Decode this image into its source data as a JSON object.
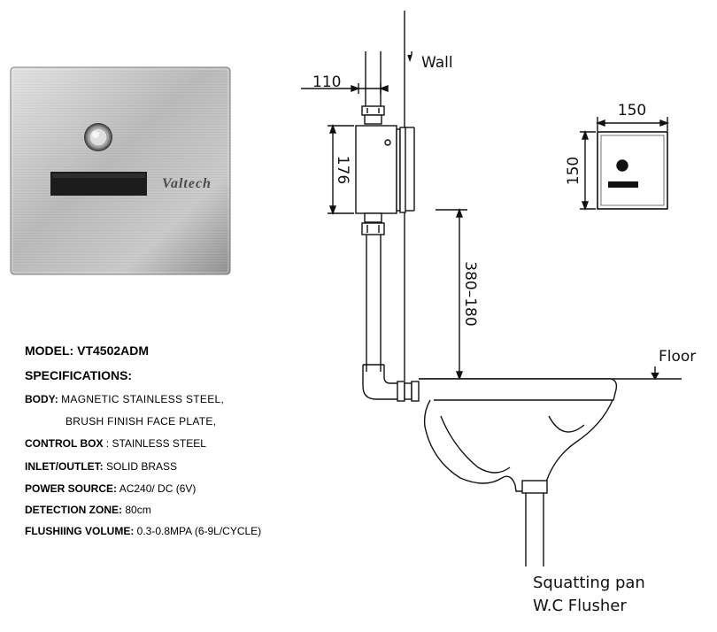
{
  "product": {
    "brand": "Valtech"
  },
  "specs": {
    "model_label": "MODEL:",
    "model_value": "VT4502ADM",
    "heading": "SPECIFICATIONS:",
    "body_label": "BODY:",
    "body_value_1": "MAGNETIC STAINLESS STEEL,",
    "body_value_2": "BRUSH FINISH FACE PLATE,",
    "control_label": "CONTROL BOX",
    "control_value": ": STAINLESS STEEL",
    "inlet_label": "INLET/OUTLET:",
    "inlet_value": "SOLID BRASS",
    "power_label": "POWER SOURCE:",
    "power_value": "AC240/ DC (6V)",
    "detection_label": "DETECTION ZONE:",
    "detection_value": "80cm",
    "flush_label": "FLUSHIING VOLUME:",
    "flush_value": "0.3-0.8MPA (6-9L/CYCLE)"
  },
  "diagram": {
    "wall_label": "Wall",
    "floor_label": "Floor",
    "dim_110": "110",
    "dim_176": "176",
    "dim_380_180": "380–180",
    "dim_150_w": "150",
    "dim_150_h": "150",
    "caption_1": "Squatting pan",
    "caption_2": "W.C Flusher"
  },
  "colors": {
    "line": "#111111",
    "plate_light": "#d4d4d4",
    "plate_dark": "#8e8e8e",
    "window": "#1c1c1c"
  }
}
